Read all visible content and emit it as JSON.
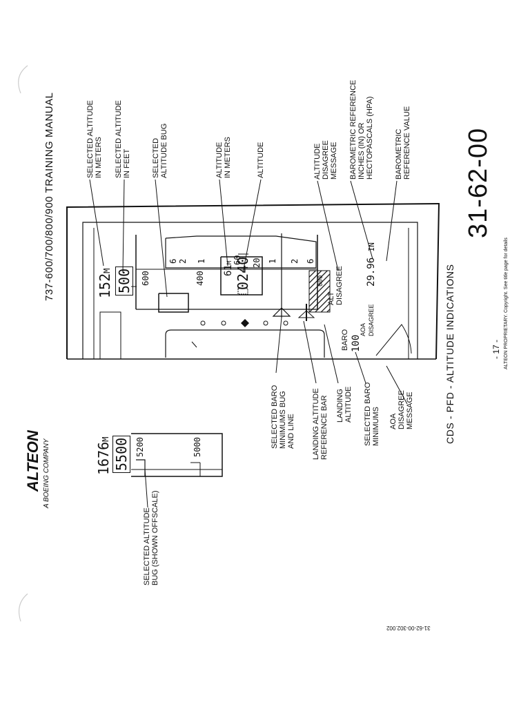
{
  "header": {
    "title": "737-600/700/800/900 TRAINING MANUAL",
    "brand_logo": "ALTEON",
    "brand_sub": "A BOEING COMPANY"
  },
  "document": {
    "section_number": "31-62-00",
    "page_number": "- 17 -",
    "copyright": "ALTEON PROPRIETARY. Copyright.  See title page for details",
    "figure_code": "31-62-00-302.002",
    "caption": "CDS - PFD - ALTITUDE INDICATIONS"
  },
  "callouts": {
    "selected_altitude_meters": [
      "SELECTED ALTITUDE",
      "IN METERS"
    ],
    "selected_altitude_feet": [
      "SELECTED ALTITUDE",
      "IN FEET"
    ],
    "selected_altitude_bug": [
      "SELECTED",
      "ALTITUDE BUG"
    ],
    "altitude_meters": [
      "ALTITUDE",
      "IN METERS"
    ],
    "altitude": [
      "ALTITUDE"
    ],
    "altitude_disagree_message": [
      "ALTITUDE",
      "DISAGREE",
      "MESSAGE"
    ],
    "baro_reference_units": [
      "BAROMETRIC REFERENCE",
      "INCHES (IN) OR",
      "HECTOPASCALS (HPA)"
    ],
    "baro_reference_value": [
      "BAROMETRIC",
      "REFERENCE VALUE"
    ],
    "selected_baro_minimums_bug": [
      "SELECTED BARO",
      "MINIMUMS BUG",
      "AND LINE"
    ],
    "landing_altitude_ref_bar": [
      "LANDING ALTITUDE",
      "REFERENCE BAR"
    ],
    "landing_altitude": [
      "LANDING",
      "ALTITUDE"
    ],
    "selected_baro_minimums": [
      "SELECTED BARO",
      "MINIMUMS"
    ],
    "aoa_disagree_message": [
      "AOA",
      "DISAGREE",
      "MESSAGE"
    ],
    "selected_altitude_bug_offscale": [
      "SELECTED ALTITUDE",
      "BUG (SHOWN OFFSCALE)"
    ]
  },
  "pfd": {
    "sel_alt_meters": "152",
    "sel_alt_meters_unit": "M",
    "sel_alt_feet": "500",
    "tape_600": "600",
    "tape_400": "400",
    "alt_meters": "61",
    "alt_meters_unit": "M",
    "alt_value": "0240",
    "alt_next_hi": "60",
    "alt_next_lo": "20",
    "alt_disagree_1": "ALT",
    "alt_disagree_2": "DISAGREE",
    "baro_setting": "29.96",
    "baro_unit": "IN",
    "baro_label": "BARO",
    "baro_min_value": "100",
    "aoa_1": "AOA",
    "aoa_2": "DISAGREE",
    "vsi_top": [
      "6",
      "2",
      "1"
    ],
    "vsi_bottom": [
      "1",
      "2",
      "6"
    ],
    "hatch_label": "000"
  },
  "inset": {
    "sel_alt_meters": "1676",
    "sel_alt_meters_unit": "M",
    "sel_alt_feet": "5500",
    "tape_5200": "5200",
    "tape_5000": "5000"
  }
}
